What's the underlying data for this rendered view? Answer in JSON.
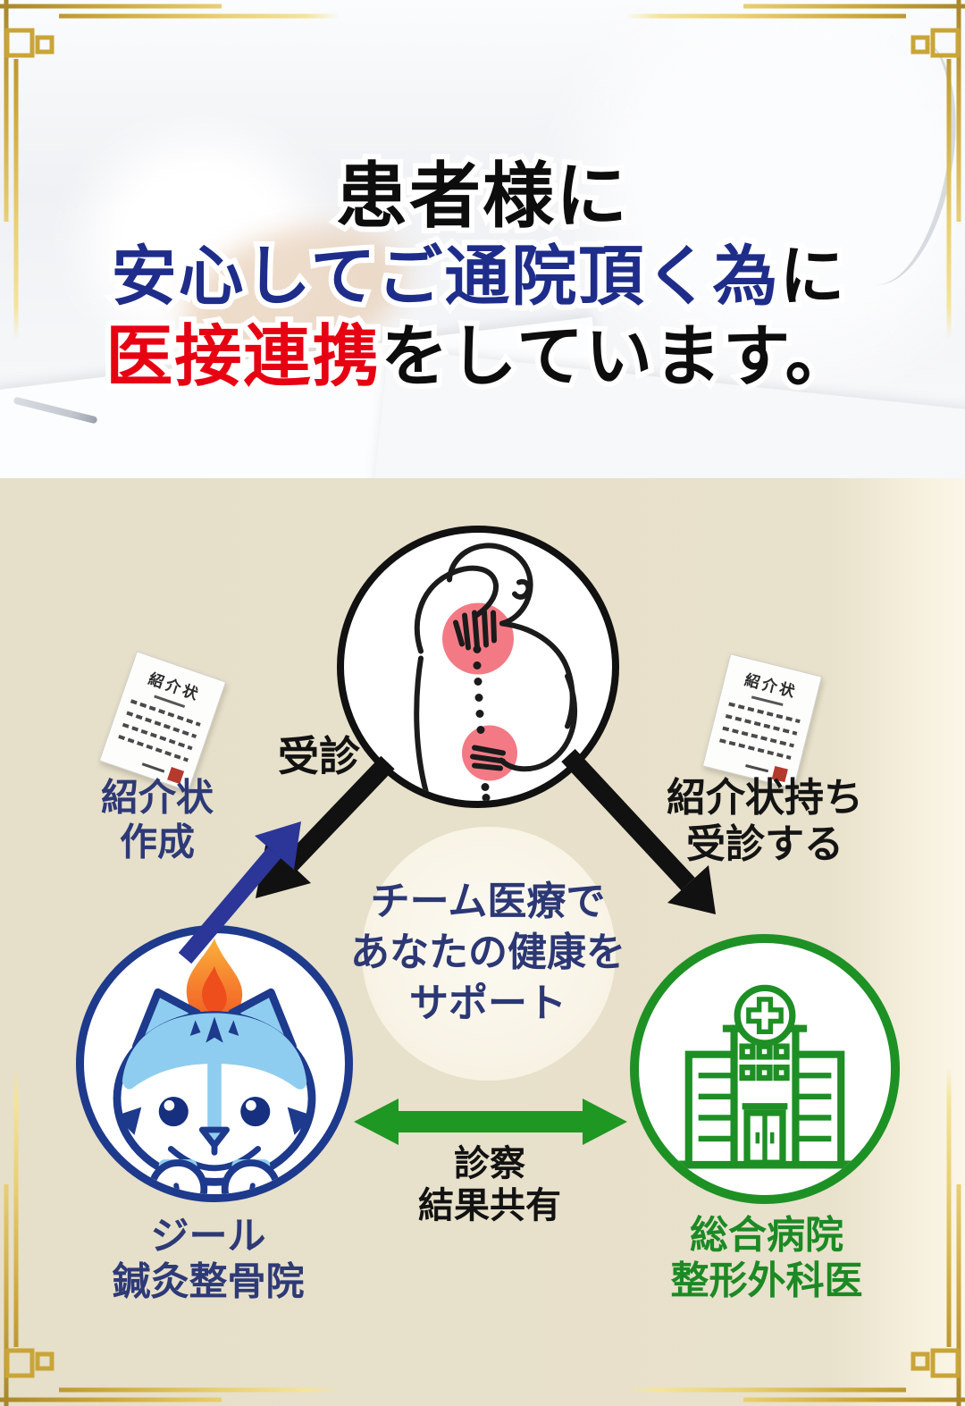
{
  "colors": {
    "beige_bg": "#e7e0ca",
    "headline_blue": "#1f2d8a",
    "headline_red": "#e60012",
    "navy_text": "#2e3a76",
    "navy_arrow": "#2b3698",
    "clinic_border_navy": "#1e3a8c",
    "hospital_green": "#1e9125",
    "green_arrow": "#1f9723",
    "gold_frame": "#c9a538",
    "pain_spot_red": "#f26b78",
    "mascot_light_blue": "#8ecdf0",
    "mascot_navy": "#1d3a8c",
    "stamp_red": "#b43a2e"
  },
  "header": {
    "line1": "患者様に",
    "line2_accent": "安心してご通院頂く為",
    "line2_rest": "に",
    "line3_accent": "医接連携",
    "line3_rest": "をしています。"
  },
  "diagram": {
    "patient_label": "受診",
    "referral_create": {
      "line1": "紹介状",
      "line2": "作成"
    },
    "referral_bring": {
      "line1": "紹介状持ち",
      "line2": "受診する"
    },
    "result_share": {
      "line1": "診察",
      "line2": "結果共有"
    },
    "center_message": {
      "line1": "チーム医療で",
      "line2": "あなたの健康を",
      "line3": "サポート"
    },
    "clinic": {
      "line1": "ジール",
      "line2": "鍼灸整骨院"
    },
    "hospital": {
      "line1": "総合病院",
      "line2": "整形外科医"
    },
    "document_title": "紹介状"
  },
  "icons": [
    "patient-backpain-icon",
    "clinic-mascot-icon",
    "hospital-building-icon",
    "referral-document-icon",
    "gold-corner-ornament"
  ]
}
